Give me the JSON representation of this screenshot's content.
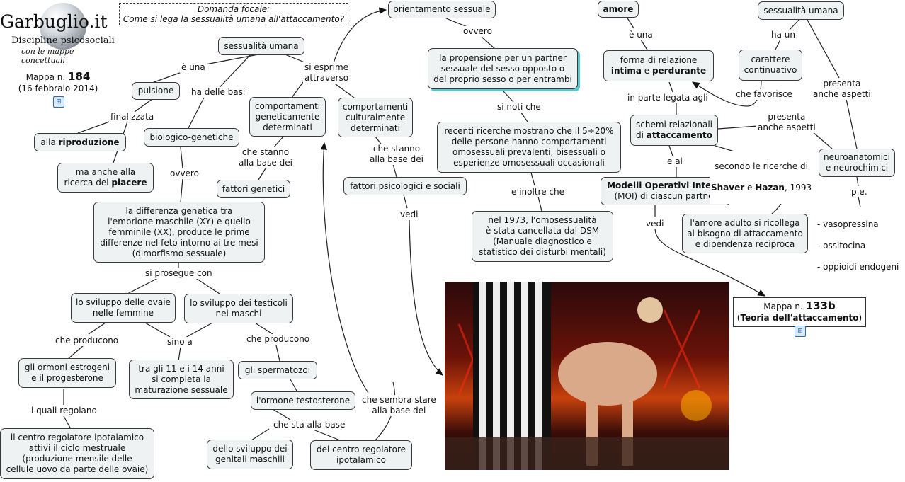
{
  "logo": {
    "title": "Garbuglio.it",
    "subtitle": "Discipline psicosociali",
    "tagline": "con le mappe concettuali"
  },
  "map_info": {
    "prefix": "Mappa n.",
    "number": "184",
    "date": "(16 febbraio 2014)"
  },
  "focus": {
    "heading": "Domanda focale:",
    "question": "Come si lega la sessualità umana all'attaccamento?"
  },
  "nodes": {
    "sessualita": "sessualità umana",
    "pulsione": "pulsione",
    "riproduzione_pre": "alla ",
    "riproduzione_b": "riproduzione",
    "piacere_pre": "ma anche alla\nricerca del ",
    "piacere_b": "piacere",
    "biologico": "biologico-genetiche",
    "differenza": "la differenza genetica tra\nl'embrione maschile (XY) e quello\nfemminile (XX), produce le prime\ndifferenze nel feto intorno ai tre mesi\n(dimorfismo sessuale)",
    "ovaie": "lo sviluppo delle ovaie\nnelle femmine",
    "testicoli": "lo sviluppo dei testicoli\nnei maschi",
    "estrogeni": "gli ormoni estrogeni\ne il progesterone",
    "ciclo": "il centro regolatore ipotalamico\nattivi il ciclo mestruale\n(produzione mensile delle\ncellule uovo da parte delle ovaie)",
    "maturazione": "tra gli 11 e i 14 anni\nsi completa la\nmaturazione sessuale",
    "spermatozoi": "gli spermatozoi",
    "testosterone": "l'ormone testosterone",
    "genitali": "dello sviluppo dei\ngenitali maschili",
    "centro": "del centro regolatore\nipotalamico",
    "comp_gen": "comportamenti\ngeneticamente\ndeterminati",
    "fattori_gen": "fattori genetici",
    "comp_cult": "comportamenti\nculturalmente\ndeterminati",
    "fattori_psi": "fattori psicologici e sociali",
    "orientamento": "orientamento sessuale",
    "propensione": "la propensione per un partner\nsessuale del sesso opposto o\ndel proprio sesso o per entrambi",
    "ricerche": "recenti ricerche mostrano che il 5÷20%\ndelle persone hanno comportamenti\nomosessuali prevalenti, bisessuali o\nesperienze omosessuali occasionali",
    "dsm": "nel 1973, l'omosessualità\nè stata cancellata dal DSM\n(Manuale diagnostico e\nstatistico dei disturbi mentali)",
    "amore": "amore",
    "forma_1": "forma di relazione",
    "forma_b1": "intima",
    "forma_mid": " e ",
    "forma_b2": "perdurante",
    "sess2": "sessualità umana",
    "carattere": "carattere\ncontinuativo",
    "schemi_1": "schemi relazionali",
    "schemi_pre": "di ",
    "schemi_b": "attaccamento",
    "moi_b": "Modelli Operativi Interni",
    "moi_2": "(MOI) di ciascun partner",
    "amore_adulto": "l'amore adulto si ricollega\nal bisogno di attaccamento\ne dipendenza reciproca",
    "neuro": "neuroanatomici\ne neurochimici"
  },
  "links": {
    "e_una": "è una",
    "ha_basi": "ha delle basi",
    "finalizzata": "finalizzata",
    "ovvero1": "ovvero",
    "si_prosegue": "si prosegue con",
    "che_producono1": "che producono",
    "sino_a": "sino a",
    "che_producono2": "che producono",
    "i_quali": "i quali regolano",
    "che_sta": "che sta alla base",
    "che_sembra": "che sembra stare\nalla base dei",
    "si_esprime": "si esprime\nattraverso",
    "che_stanno1": "che stanno\nalla base dei",
    "che_stanno2": "che stanno\nalla base dei",
    "vedi1": "vedi",
    "ovvero2": "ovvero",
    "si_noti": "si noti che",
    "e_inoltre": "e inoltre che",
    "e_una2": "è una",
    "ha_un": "ha un",
    "che_favorisce": "che favorisce",
    "in_parte": "in parte legata agli",
    "presenta_aspetti": "presenta\nanche aspetti",
    "presenta_aspetti2": "presenta\nanche aspetti",
    "e_ai": "e ai",
    "secondo_1": "secondo le ricerche di",
    "shaver": "Shaver",
    "e": " e ",
    "hazan": "Hazan",
    "year": ", 1993",
    "vedi2": "vedi",
    "pe": "p.e."
  },
  "examples": [
    "- vasopressina",
    "- ossitocina",
    "- oppioidi endogeni"
  ],
  "reference": {
    "prefix": "Mappa n. ",
    "number": "133b",
    "title": "Teoria dell'attaccamento"
  },
  "icons": [
    "cmap-link-icon"
  ]
}
